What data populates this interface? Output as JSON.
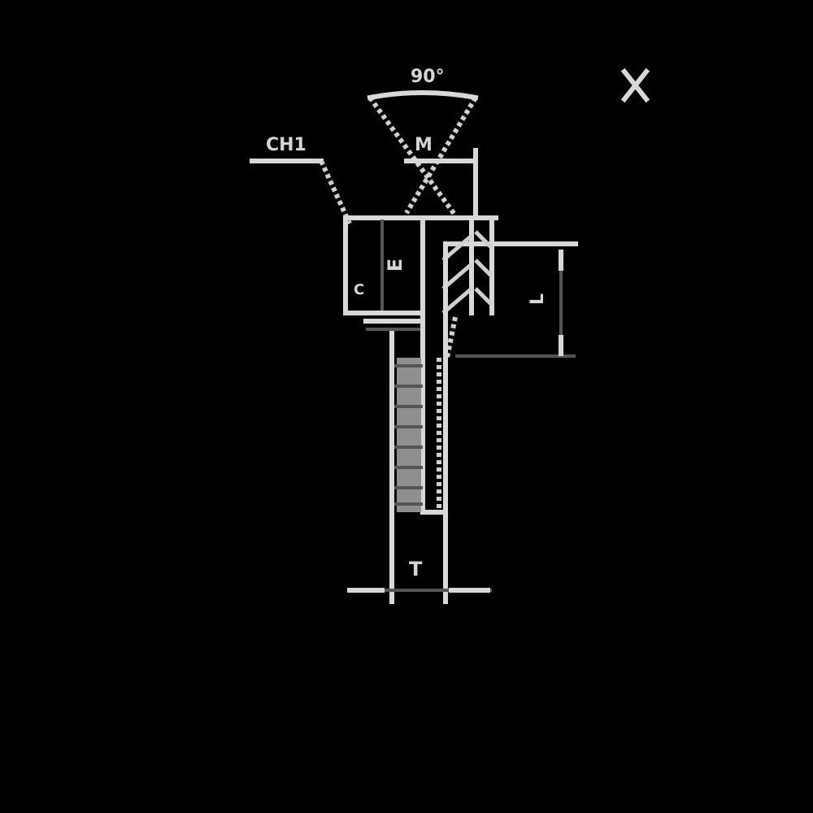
{
  "drawing": {
    "background": "#000000",
    "line_color": "#d8d8d8",
    "labels": {
      "angle": "90°",
      "ch1": "CH1",
      "m": "M",
      "x": "X",
      "e": "E",
      "c": "C",
      "l": "L",
      "t": "T"
    }
  }
}
